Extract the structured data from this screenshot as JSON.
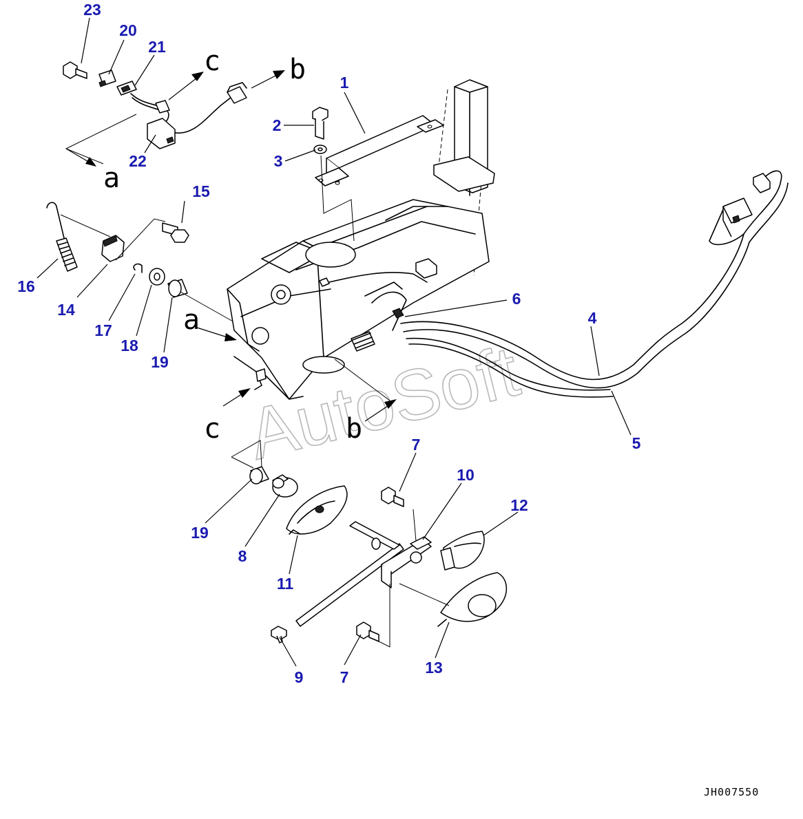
{
  "watermark": "AutoSoft",
  "drawing_code": "JH007550",
  "view_letters": {
    "a": "a",
    "b": "b",
    "c": "c"
  },
  "callouts": {
    "n1": "1",
    "n2": "2",
    "n3": "3",
    "n4": "4",
    "n5": "5",
    "n6": "6",
    "n7": "7",
    "n8": "8",
    "n9": "9",
    "n10": "10",
    "n11": "11",
    "n12": "12",
    "n13": "13",
    "n14": "14",
    "n15": "15",
    "n16": "16",
    "n17": "17",
    "n18": "18",
    "n19": "19",
    "n20": "20",
    "n21": "21",
    "n22": "22",
    "n23": "23"
  },
  "colors": {
    "callout": "#1a1ab0",
    "line": "#000000",
    "watermark": "#b8b8b8"
  }
}
